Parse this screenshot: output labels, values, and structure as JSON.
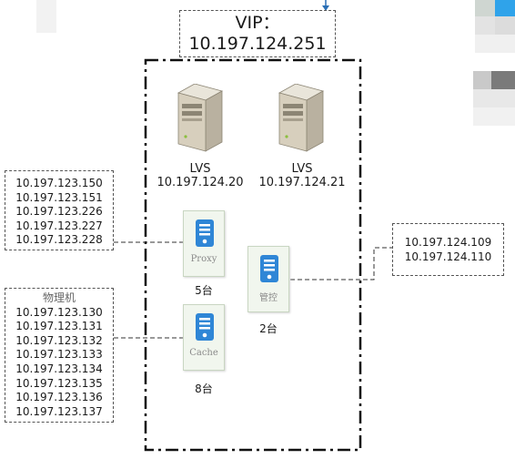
{
  "vip": {
    "label": "VIP：",
    "ip": "10.197.124.251"
  },
  "lvs": [
    {
      "name": "LVS",
      "ip": "10.197.124.20"
    },
    {
      "name": "LVS",
      "ip": "10.197.124.21"
    }
  ],
  "proxy": {
    "label": "Proxy",
    "count": "5台",
    "ips": [
      "10.197.123.150",
      "10.197.123.151",
      "10.197.123.226",
      "10.197.123.227",
      "10.197.123.228"
    ]
  },
  "cache": {
    "label": "Cache",
    "count": "8台",
    "title": "物理机",
    "ips": [
      "10.197.123.130",
      "10.197.123.131",
      "10.197.123.132",
      "10.197.123.133",
      "10.197.123.134",
      "10.197.123.135",
      "10.197.123.136",
      "10.197.123.137"
    ]
  },
  "control": {
    "label": "管控",
    "count": "2台",
    "ips": [
      "10.197.124.109",
      "10.197.124.110"
    ]
  },
  "colors": {
    "server_icon": "#2f86d6",
    "node_bg": "#f1f6ee",
    "arrow": "#2a6fb5"
  }
}
